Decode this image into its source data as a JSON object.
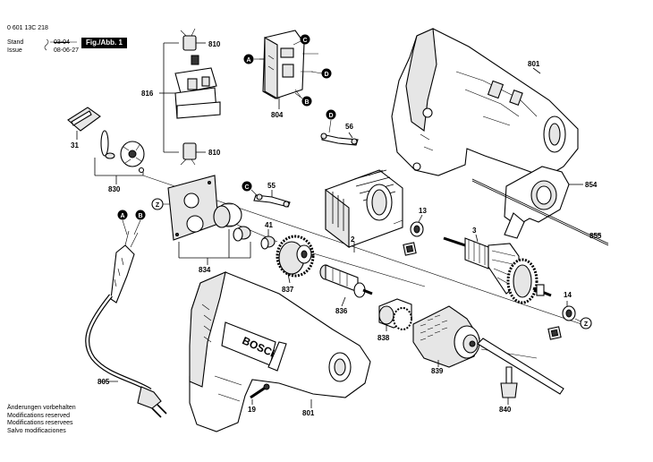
{
  "header": {
    "doc_number": "0 601 13C 218",
    "stand_label": "Stand",
    "stand_value": "03-04",
    "issue_label": "Issue",
    "issue_value": "08-06-27",
    "figure_label": "Fig./Abb. 1"
  },
  "footer": {
    "lines": [
      "Änderungen vorbehalten",
      "Modifications reserved",
      "Modifications reservees",
      "Salvo modificaciones"
    ]
  },
  "parts": {
    "p2": "2",
    "p3": "3",
    "p13": "13",
    "p14": "14",
    "p19": "19",
    "p31": "31",
    "p41": "41",
    "p55": "55",
    "p56": "56",
    "p801a": "801",
    "p801b": "801",
    "p804": "804",
    "p805": "805",
    "p810a": "810",
    "p810b": "810",
    "p816": "816",
    "p830": "830",
    "p834": "834",
    "p836": "836",
    "p837": "837",
    "p838": "838",
    "p839": "839",
    "p840": "840",
    "p854": "854",
    "p855": "855"
  },
  "markers": {
    "a1": "A",
    "b1": "B",
    "c1": "C",
    "d1": "D",
    "a2": "A",
    "b2": "B",
    "c2": "C",
    "d2": "D",
    "z1": "Z",
    "z2": "Z"
  },
  "brand": {
    "logo_text": "BOSCH"
  }
}
